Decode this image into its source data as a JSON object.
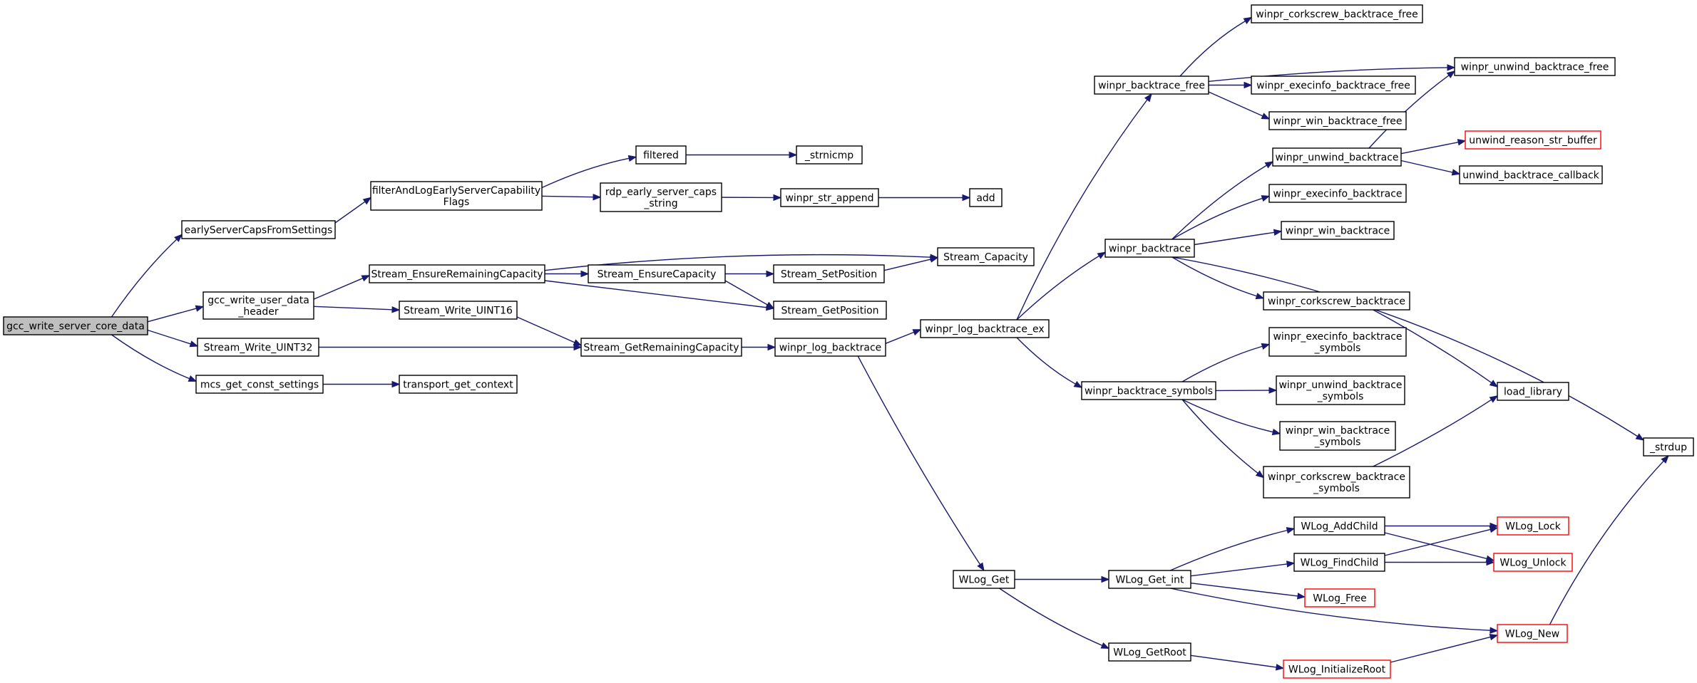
{
  "diagram": {
    "type": "call-graph",
    "colors": {
      "edge": "#191970",
      "root_fill": "#bfbfbf",
      "truncated_border": "#ff0000",
      "node_border": "#000000"
    },
    "nodes": [
      {
        "id": "gcc_write_server_core_data",
        "lines": [
          "gcc_write_server_core_data"
        ],
        "root": true
      },
      {
        "id": "earlyServerCapsFromSettings",
        "lines": [
          "earlyServerCapsFromSettings"
        ]
      },
      {
        "id": "filterAndLog",
        "lines": [
          "filterAndLogEarlyServerCapability",
          "Flags"
        ]
      },
      {
        "id": "filtered",
        "lines": [
          "filtered"
        ]
      },
      {
        "id": "_strnicmp",
        "lines": [
          "_strnicmp"
        ]
      },
      {
        "id": "rdp_early",
        "lines": [
          "rdp_early_server_caps",
          "_string"
        ]
      },
      {
        "id": "winpr_str_append",
        "lines": [
          "winpr_str_append"
        ]
      },
      {
        "id": "add",
        "lines": [
          "add"
        ]
      },
      {
        "id": "gcc_write_user_data_header",
        "lines": [
          "gcc_write_user_data",
          "_header"
        ]
      },
      {
        "id": "Stream_EnsureRemainingCapacity",
        "lines": [
          "Stream_EnsureRemainingCapacity"
        ]
      },
      {
        "id": "Stream_EnsureCapacity",
        "lines": [
          "Stream_EnsureCapacity"
        ]
      },
      {
        "id": "Stream_SetPosition",
        "lines": [
          "Stream_SetPosition"
        ]
      },
      {
        "id": "Stream_Capacity",
        "lines": [
          "Stream_Capacity"
        ]
      },
      {
        "id": "Stream_GetPosition",
        "lines": [
          "Stream_GetPosition"
        ]
      },
      {
        "id": "Stream_Write_UINT16",
        "lines": [
          "Stream_Write_UINT16"
        ]
      },
      {
        "id": "Stream_Write_UINT32",
        "lines": [
          "Stream_Write_UINT32"
        ]
      },
      {
        "id": "Stream_GetRemainingCapacity",
        "lines": [
          "Stream_GetRemainingCapacity"
        ]
      },
      {
        "id": "winpr_log_backtrace",
        "lines": [
          "winpr_log_backtrace"
        ]
      },
      {
        "id": "winpr_log_backtrace_ex",
        "lines": [
          "winpr_log_backtrace_ex"
        ]
      },
      {
        "id": "mcs_get_const_settings",
        "lines": [
          "mcs_get_const_settings"
        ]
      },
      {
        "id": "transport_get_context",
        "lines": [
          "transport_get_context"
        ]
      },
      {
        "id": "winpr_backtrace_free",
        "lines": [
          "winpr_backtrace_free"
        ]
      },
      {
        "id": "winpr_corkscrew_backtrace_free",
        "lines": [
          "winpr_corkscrew_backtrace_free"
        ]
      },
      {
        "id": "winpr_unwind_backtrace_free",
        "lines": [
          "winpr_unwind_backtrace_free"
        ]
      },
      {
        "id": "winpr_execinfo_backtrace_free",
        "lines": [
          "winpr_execinfo_backtrace_free"
        ]
      },
      {
        "id": "winpr_win_backtrace_free",
        "lines": [
          "winpr_win_backtrace_free"
        ]
      },
      {
        "id": "winpr_unwind_backtrace",
        "lines": [
          "winpr_unwind_backtrace"
        ]
      },
      {
        "id": "unwind_reason_str_buffer",
        "lines": [
          "unwind_reason_str_buffer"
        ],
        "truncated": true
      },
      {
        "id": "unwind_backtrace_callback",
        "lines": [
          "unwind_backtrace_callback"
        ]
      },
      {
        "id": "winpr_execinfo_backtrace",
        "lines": [
          "winpr_execinfo_backtrace"
        ]
      },
      {
        "id": "winpr_backtrace",
        "lines": [
          "winpr_backtrace"
        ]
      },
      {
        "id": "winpr_win_backtrace",
        "lines": [
          "winpr_win_backtrace"
        ]
      },
      {
        "id": "winpr_corkscrew_backtrace",
        "lines": [
          "winpr_corkscrew_backtrace"
        ]
      },
      {
        "id": "load_library",
        "lines": [
          "load_library"
        ]
      },
      {
        "id": "_strdup",
        "lines": [
          "_strdup"
        ]
      },
      {
        "id": "winpr_backtrace_symbols",
        "lines": [
          "winpr_backtrace_symbols"
        ]
      },
      {
        "id": "winpr_execinfo_backtrace_symbols",
        "lines": [
          "winpr_execinfo_backtrace",
          "_symbols"
        ]
      },
      {
        "id": "winpr_unwind_backtrace_symbols",
        "lines": [
          "winpr_unwind_backtrace",
          "_symbols"
        ]
      },
      {
        "id": "winpr_win_backtrace_symbols",
        "lines": [
          "winpr_win_backtrace",
          "_symbols"
        ]
      },
      {
        "id": "winpr_corkscrew_backtrace_symbols",
        "lines": [
          "winpr_corkscrew_backtrace",
          "_symbols"
        ]
      },
      {
        "id": "WLog_Get",
        "lines": [
          "WLog_Get"
        ]
      },
      {
        "id": "WLog_Get_int",
        "lines": [
          "WLog_Get_int"
        ]
      },
      {
        "id": "WLog_AddChild",
        "lines": [
          "WLog_AddChild"
        ]
      },
      {
        "id": "WLog_FindChild",
        "lines": [
          "WLog_FindChild"
        ]
      },
      {
        "id": "WLog_Lock",
        "lines": [
          "WLog_Lock"
        ],
        "truncated": true
      },
      {
        "id": "WLog_Unlock",
        "lines": [
          "WLog_Unlock"
        ],
        "truncated": true
      },
      {
        "id": "WLog_Free",
        "lines": [
          "WLog_Free"
        ],
        "truncated": true
      },
      {
        "id": "WLog_New",
        "lines": [
          "WLog_New"
        ],
        "truncated": true
      },
      {
        "id": "WLog_GetRoot",
        "lines": [
          "WLog_GetRoot"
        ]
      },
      {
        "id": "WLog_InitializeRoot",
        "lines": [
          "WLog_InitializeRoot"
        ],
        "truncated": true
      }
    ],
    "edges": [
      [
        "gcc_write_server_core_data",
        "earlyServerCapsFromSettings"
      ],
      [
        "gcc_write_server_core_data",
        "gcc_write_user_data_header"
      ],
      [
        "gcc_write_server_core_data",
        "Stream_Write_UINT32"
      ],
      [
        "gcc_write_server_core_data",
        "mcs_get_const_settings"
      ],
      [
        "earlyServerCapsFromSettings",
        "filterAndLog"
      ],
      [
        "filterAndLog",
        "filtered"
      ],
      [
        "filterAndLog",
        "rdp_early"
      ],
      [
        "filtered",
        "_strnicmp"
      ],
      [
        "rdp_early",
        "winpr_str_append"
      ],
      [
        "winpr_str_append",
        "add"
      ],
      [
        "gcc_write_user_data_header",
        "Stream_EnsureRemainingCapacity"
      ],
      [
        "gcc_write_user_data_header",
        "Stream_Write_UINT16"
      ],
      [
        "Stream_EnsureRemainingCapacity",
        "Stream_Capacity"
      ],
      [
        "Stream_EnsureRemainingCapacity",
        "Stream_EnsureCapacity"
      ],
      [
        "Stream_EnsureRemainingCapacity",
        "Stream_GetPosition"
      ],
      [
        "Stream_EnsureCapacity",
        "Stream_SetPosition"
      ],
      [
        "Stream_EnsureCapacity",
        "Stream_GetPosition"
      ],
      [
        "Stream_SetPosition",
        "Stream_Capacity"
      ],
      [
        "Stream_Write_UINT16",
        "Stream_GetRemainingCapacity"
      ],
      [
        "Stream_Write_UINT32",
        "Stream_GetRemainingCapacity"
      ],
      [
        "Stream_GetRemainingCapacity",
        "winpr_log_backtrace"
      ],
      [
        "mcs_get_const_settings",
        "transport_get_context"
      ],
      [
        "winpr_log_backtrace",
        "winpr_log_backtrace_ex"
      ],
      [
        "winpr_log_backtrace",
        "WLog_Get"
      ],
      [
        "winpr_log_backtrace_ex",
        "winpr_backtrace_free"
      ],
      [
        "winpr_log_backtrace_ex",
        "winpr_backtrace"
      ],
      [
        "winpr_log_backtrace_ex",
        "winpr_backtrace_symbols"
      ],
      [
        "winpr_backtrace_free",
        "winpr_corkscrew_backtrace_free"
      ],
      [
        "winpr_backtrace_free",
        "winpr_unwind_backtrace_free"
      ],
      [
        "winpr_backtrace_free",
        "winpr_execinfo_backtrace_free"
      ],
      [
        "winpr_backtrace_free",
        "winpr_win_backtrace_free"
      ],
      [
        "winpr_backtrace",
        "winpr_unwind_backtrace"
      ],
      [
        "winpr_backtrace",
        "winpr_execinfo_backtrace"
      ],
      [
        "winpr_backtrace",
        "winpr_win_backtrace"
      ],
      [
        "winpr_backtrace",
        "winpr_corkscrew_backtrace"
      ],
      [
        "winpr_backtrace",
        "_strdup"
      ],
      [
        "winpr_unwind_backtrace",
        "winpr_unwind_backtrace_free"
      ],
      [
        "winpr_unwind_backtrace",
        "unwind_reason_str_buffer"
      ],
      [
        "winpr_unwind_backtrace",
        "unwind_backtrace_callback"
      ],
      [
        "winpr_corkscrew_backtrace",
        "load_library"
      ],
      [
        "winpr_backtrace_symbols",
        "winpr_execinfo_backtrace_symbols"
      ],
      [
        "winpr_backtrace_symbols",
        "winpr_unwind_backtrace_symbols"
      ],
      [
        "winpr_backtrace_symbols",
        "winpr_win_backtrace_symbols"
      ],
      [
        "winpr_backtrace_symbols",
        "winpr_corkscrew_backtrace_symbols"
      ],
      [
        "winpr_corkscrew_backtrace_symbols",
        "load_library"
      ],
      [
        "WLog_Get",
        "WLog_Get_int"
      ],
      [
        "WLog_Get",
        "WLog_GetRoot"
      ],
      [
        "WLog_Get_int",
        "WLog_AddChild"
      ],
      [
        "WLog_Get_int",
        "WLog_FindChild"
      ],
      [
        "WLog_Get_int",
        "WLog_Free"
      ],
      [
        "WLog_Get_int",
        "WLog_New"
      ],
      [
        "WLog_AddChild",
        "WLog_Lock"
      ],
      [
        "WLog_AddChild",
        "WLog_Unlock"
      ],
      [
        "WLog_FindChild",
        "WLog_Lock"
      ],
      [
        "WLog_FindChild",
        "WLog_Unlock"
      ],
      [
        "WLog_GetRoot",
        "WLog_InitializeRoot"
      ],
      [
        "WLog_InitializeRoot",
        "WLog_New"
      ],
      [
        "WLog_New",
        "_strdup"
      ]
    ]
  }
}
